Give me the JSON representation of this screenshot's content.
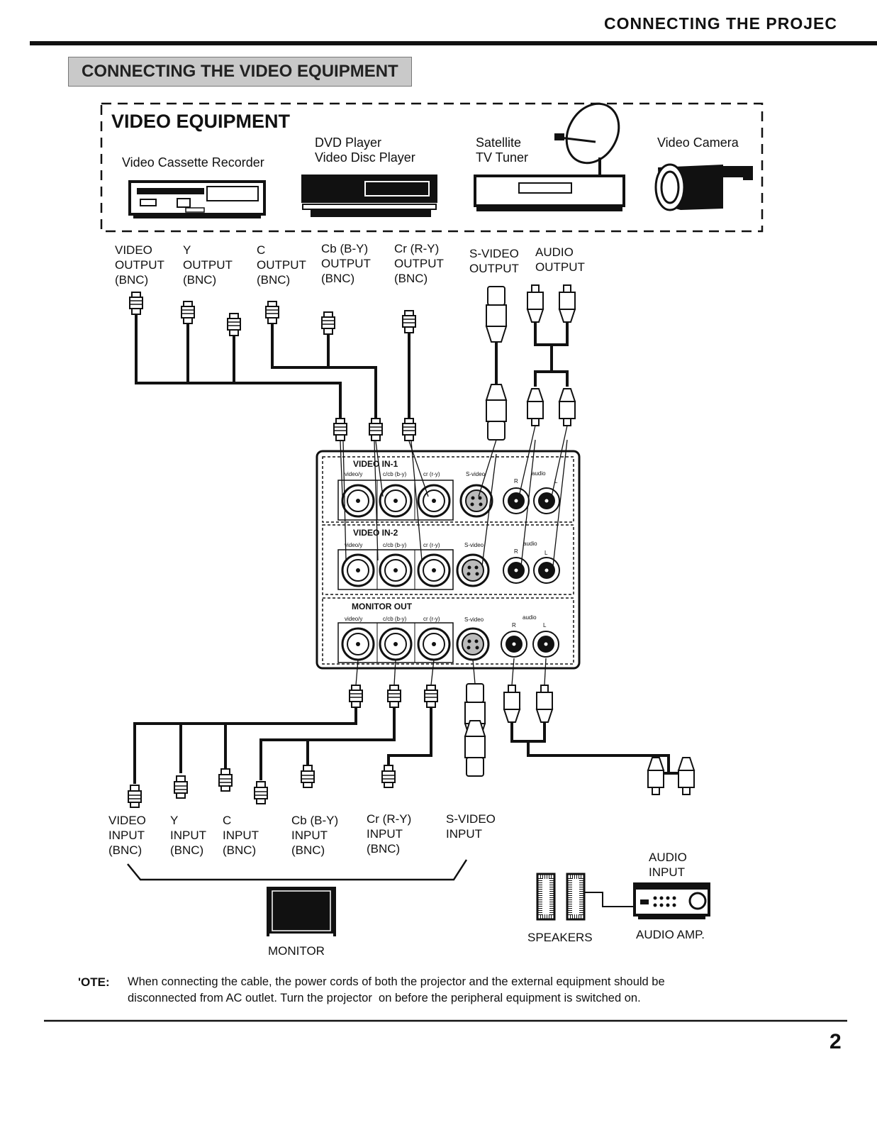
{
  "header": {
    "running_title": "CONNECTING THE PROJEC",
    "section_title": "CONNECTING THE VIDEO EQUIPMENT"
  },
  "video_equipment": {
    "title": "VIDEO EQUIPMENT",
    "devices": [
      {
        "label": "Video Cassette Recorder"
      },
      {
        "label": "DVD Player\nVideo Disc Player"
      },
      {
        "label": "Satellite\nTV Tuner"
      },
      {
        "label": "Video Camera"
      }
    ]
  },
  "source_outputs": [
    "VIDEO\nOUTPUT\n(BNC)",
    "Y\nOUTPUT\n(BNC)",
    "C\nOUTPUT\n(BNC)",
    "Cb (B-Y)\nOUTPUT\n(BNC)",
    "Cr (R-Y)\nOUTPUT\n(BNC)",
    "S-VIDEO\nOUTPUT",
    "AUDIO\nOUTPUT"
  ],
  "terminal_panel": {
    "sections": [
      {
        "title": "VIDEO IN-1",
        "ports": [
          "video/y",
          "c/cb (b-y)",
          "cr (r-y)",
          "S-video",
          "audio",
          "R",
          "L"
        ]
      },
      {
        "title": "VIDEO IN-2",
        "ports": [
          "video/y",
          "c/cb (b-y)",
          "cr (r-y)",
          "S-video",
          "audio",
          "R",
          "L"
        ]
      },
      {
        "title": "MONITOR OUT",
        "ports": [
          "video/y",
          "c/cb (b-y)",
          "cr (r-y)",
          "S-video",
          "audio",
          "R",
          "L"
        ]
      }
    ]
  },
  "monitor_inputs": [
    "VIDEO\nINPUT\n(BNC)",
    "Y\nINPUT\n(BNC)",
    "C\nINPUT\n(BNC)",
    "Cb (B-Y)\nINPUT\n(BNC)",
    "Cr (R-Y)\nINPUT\n(BNC)",
    "S-VIDEO\nINPUT"
  ],
  "audio_input": "AUDIO\nINPUT",
  "devices_bottom": {
    "monitor": "MONITOR",
    "speakers": "SPEAKERS",
    "amp": "AUDIO AMP."
  },
  "note": {
    "label": "'OTE:",
    "text": "When connecting the cable, the power cords of both the projector and the external equipment should be\ndisconnected from AC outlet. Turn the projector  on before the peripheral equipment is switched on."
  },
  "page_number": "2"
}
